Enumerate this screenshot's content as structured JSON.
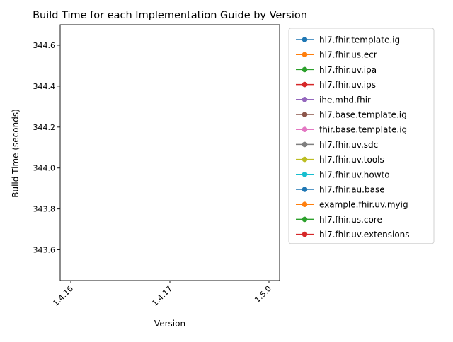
{
  "chart_data": {
    "type": "line",
    "title": "Build Time for each Implementation Guide by Version",
    "xlabel": "Version",
    "ylabel": "Build Time (seconds)",
    "categories": [
      "1.4.16",
      "1.4.17",
      "1.5.0"
    ],
    "ylim": [
      343.45,
      344.7
    ],
    "yticks": [
      "343.6",
      "343.8",
      "344.0",
      "344.2",
      "344.4",
      "344.6"
    ],
    "x_tick_rotation_deg": 45,
    "grid": false,
    "legend_placement": "outside-right",
    "marker": "circle",
    "series": [
      {
        "name": "hl7.fhir.template.ig",
        "color": "#1f77b4",
        "values": [
          null,
          null,
          null
        ]
      },
      {
        "name": "hl7.fhir.us.ecr",
        "color": "#ff7f0e",
        "values": [
          null,
          null,
          null
        ]
      },
      {
        "name": "hl7.fhir.uv.ipa",
        "color": "#2ca02c",
        "values": [
          null,
          null,
          null
        ]
      },
      {
        "name": "hl7.fhir.uv.ips",
        "color": "#d62728",
        "values": [
          null,
          null,
          null
        ]
      },
      {
        "name": "ihe.mhd.fhir",
        "color": "#9467bd",
        "values": [
          null,
          null,
          null
        ]
      },
      {
        "name": "hl7.base.template.ig",
        "color": "#8c564b",
        "values": [
          null,
          null,
          null
        ]
      },
      {
        "name": "fhir.base.template.ig",
        "color": "#e377c2",
        "values": [
          null,
          null,
          null
        ]
      },
      {
        "name": "hl7.fhir.uv.sdc",
        "color": "#7f7f7f",
        "values": [
          null,
          null,
          null
        ]
      },
      {
        "name": "hl7.fhir.uv.tools",
        "color": "#bcbd22",
        "values": [
          null,
          null,
          null
        ]
      },
      {
        "name": "hl7.fhir.uv.howto",
        "color": "#17becf",
        "values": [
          null,
          null,
          null
        ]
      },
      {
        "name": "hl7.fhir.au.base",
        "color": "#1f77b4",
        "values": [
          null,
          null,
          null
        ]
      },
      {
        "name": "example.fhir.uv.myig",
        "color": "#ff7f0e",
        "values": [
          null,
          null,
          null
        ]
      },
      {
        "name": "hl7.fhir.us.core",
        "color": "#2ca02c",
        "values": [
          null,
          null,
          null
        ]
      },
      {
        "name": "hl7.fhir.uv.extensions",
        "color": "#d62728",
        "values": [
          null,
          null,
          null
        ]
      }
    ]
  }
}
